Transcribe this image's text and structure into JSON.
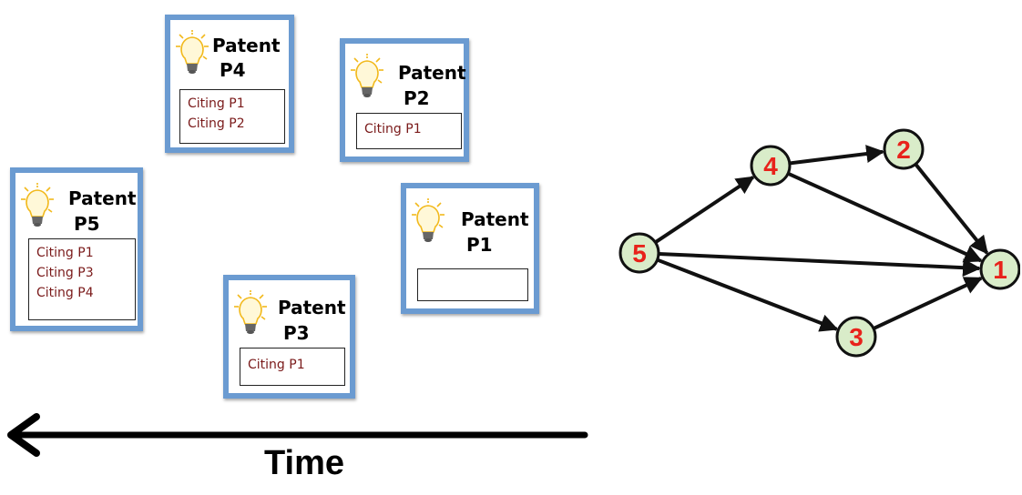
{
  "patents": [
    {
      "id": "P4",
      "title": "Patent",
      "label": "P4",
      "cites": [
        "Citing P1",
        "Citing P2"
      ]
    },
    {
      "id": "P2",
      "title": "Patent",
      "label": "P2",
      "cites": [
        "Citing P1"
      ]
    },
    {
      "id": "P5",
      "title": "Patent",
      "label": "P5",
      "cites": [
        "Citing P1",
        "Citing P3",
        "Citing P4"
      ]
    },
    {
      "id": "P1",
      "title": "Patent",
      "label": "P1",
      "cites": []
    },
    {
      "id": "P3",
      "title": "Patent",
      "label": "P3",
      "cites": [
        "Citing P1"
      ]
    }
  ],
  "timeline": {
    "label": "Time"
  },
  "graph": {
    "nodes": [
      "5",
      "4",
      "2",
      "3",
      "1"
    ],
    "edges": [
      [
        "5",
        "4"
      ],
      [
        "4",
        "2"
      ],
      [
        "2",
        "1"
      ],
      [
        "4",
        "1"
      ],
      [
        "5",
        "1"
      ],
      [
        "5",
        "3"
      ],
      [
        "3",
        "1"
      ]
    ]
  },
  "colors": {
    "card_border": "#6b9bd1",
    "citation_text": "#7a1a1a",
    "node_fill": "#d9ecc9",
    "node_label": "#e8221b"
  }
}
